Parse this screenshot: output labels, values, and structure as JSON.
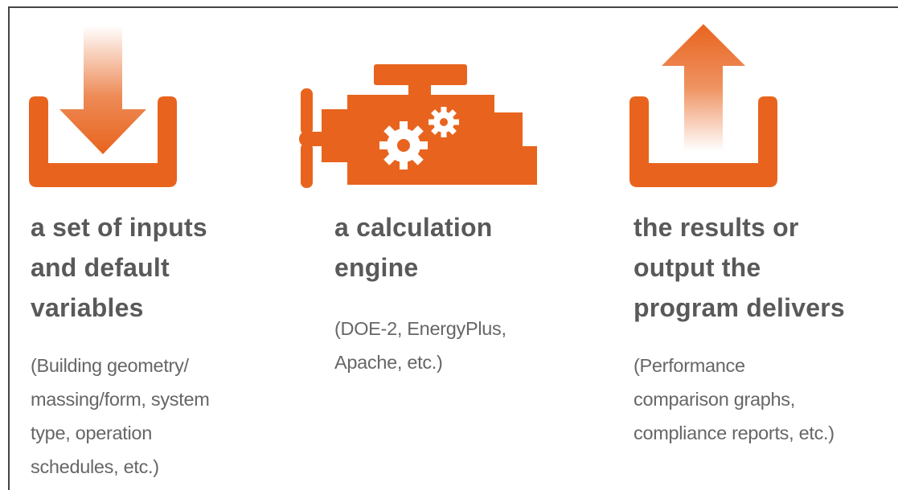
{
  "colors": {
    "accent": "#E8641E",
    "heading_text": "#595959",
    "body_text": "#666666"
  },
  "columns": [
    {
      "icon": "download-tray-icon",
      "heading": "a set of inputs\nand default\nvariables",
      "description": "(Building geometry/\nmassing/form, system\ntype, operation\nschedules, etc.)"
    },
    {
      "icon": "engine-gears-icon",
      "heading": "a calculation\nengine",
      "description": "(DOE-2, EnergyPlus,\nApache, etc.)"
    },
    {
      "icon": "upload-tray-icon",
      "heading": "the results or\noutput the\nprogram delivers",
      "description": "(Performance\ncomparison graphs,\ncompliance reports, etc.)"
    }
  ]
}
